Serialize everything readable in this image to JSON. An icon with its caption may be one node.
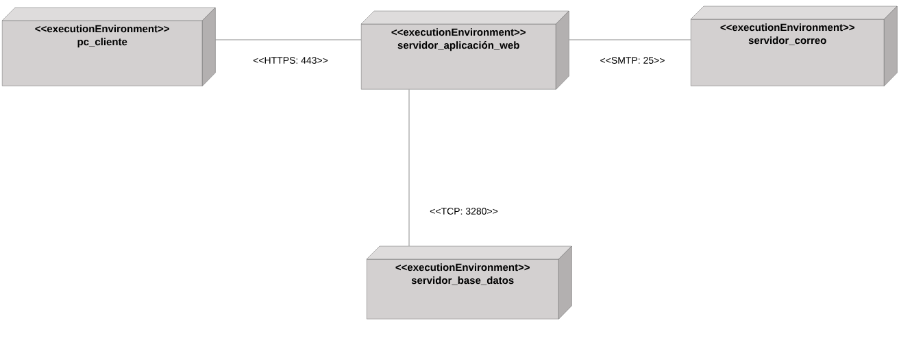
{
  "diagram": {
    "nodes": [
      {
        "text": [
          "<<executionEnvironment>>",
          "pc_cliente"
        ]
      },
      {
        "text": [
          "<<executionEnvironment>>",
          "servidor_aplicación_web"
        ]
      },
      {
        "text": [
          "<<executionEnvironment>>",
          "servidor_correo"
        ]
      },
      {
        "text": [
          "<<executionEnvironment>>",
          "servidor_base_datos"
        ]
      }
    ],
    "edges": [
      {
        "from": 0,
        "to": 1,
        "arrow": "none",
        "label": "<<HTTPS: 443>>"
      },
      {
        "from": 1,
        "to": 2,
        "arrow": "none",
        "label": "<<SMTP: 25>>"
      },
      {
        "from": 1,
        "to": 3,
        "arrow": "none",
        "label": "<<TCP: 3280>>"
      }
    ]
  }
}
